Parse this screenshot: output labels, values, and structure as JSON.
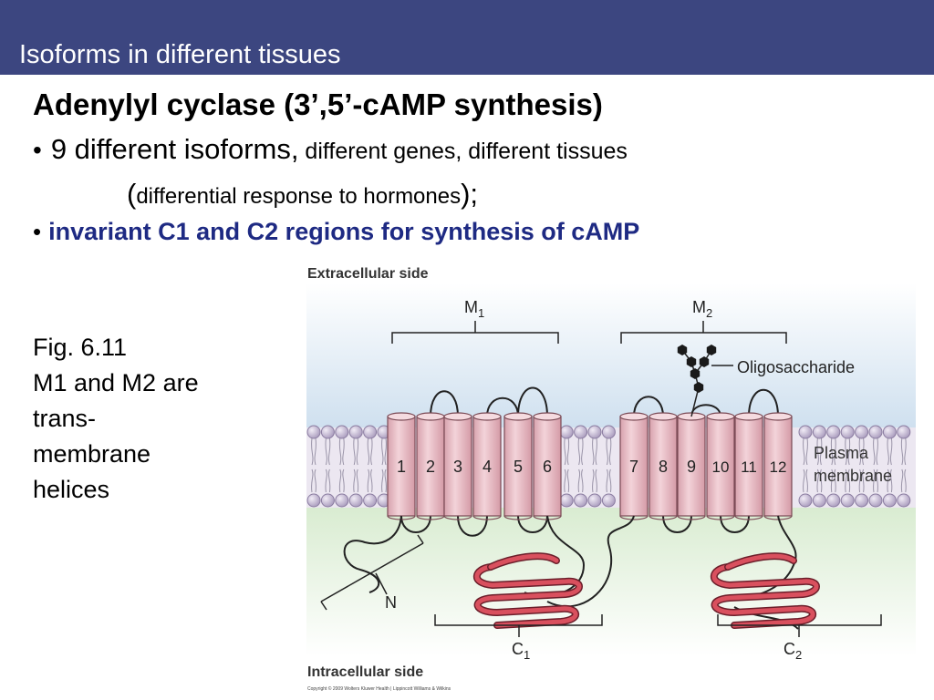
{
  "slide": {
    "title": "Isoforms in different tissues",
    "heading": "Adenylyl cyclase (3’,5’-cAMP synthesis)",
    "bullet1": {
      "marker": "•",
      "main": "9 different  isoforms,",
      "rest": " different genes, different tissues",
      "cont_open": "(",
      "cont_text": "differential response to hormones",
      "cont_close": ");"
    },
    "bullet2": {
      "marker": "•",
      "text": "invariant C1 and C2 regions for synthesis of cAMP"
    },
    "fig_caption": [
      "Fig. 6.11",
      "M1 and M2 are",
      "trans-",
      "membrane",
      "helices"
    ]
  },
  "diagram": {
    "extracellular_label": "Extracellular side",
    "intracellular_label": "Intracellular side",
    "m1": "M",
    "m1_sub": "1",
    "m2": "M",
    "m2_sub": "2",
    "oligosaccharide": "Oligosaccharide",
    "plasma_line1": "Plasma",
    "plasma_line2": "membrane",
    "helices": [
      "1",
      "2",
      "3",
      "4",
      "5",
      "6",
      "7",
      "8",
      "9",
      "10",
      "11",
      "12"
    ],
    "n_terminus": "N",
    "c1": "C",
    "c1_sub": "1",
    "c2": "C",
    "c2_sub": "2",
    "copyright": "Copyright © 2009 Wolters Kluwer Health | Lippincott Williams & Wilkins"
  },
  "colors": {
    "title_bar": "#3c4680",
    "bullet2_text": "#1e2a83",
    "helix": "#e8b9c2",
    "catalytic_domain": "#d9505e",
    "lipid_head": "#bfb2cf",
    "extracellular_bg": "#cfe0ef",
    "intracellular_bg": "#d9ecd1"
  },
  "icons": [
    "oligosaccharide-hexagon-icon"
  ]
}
